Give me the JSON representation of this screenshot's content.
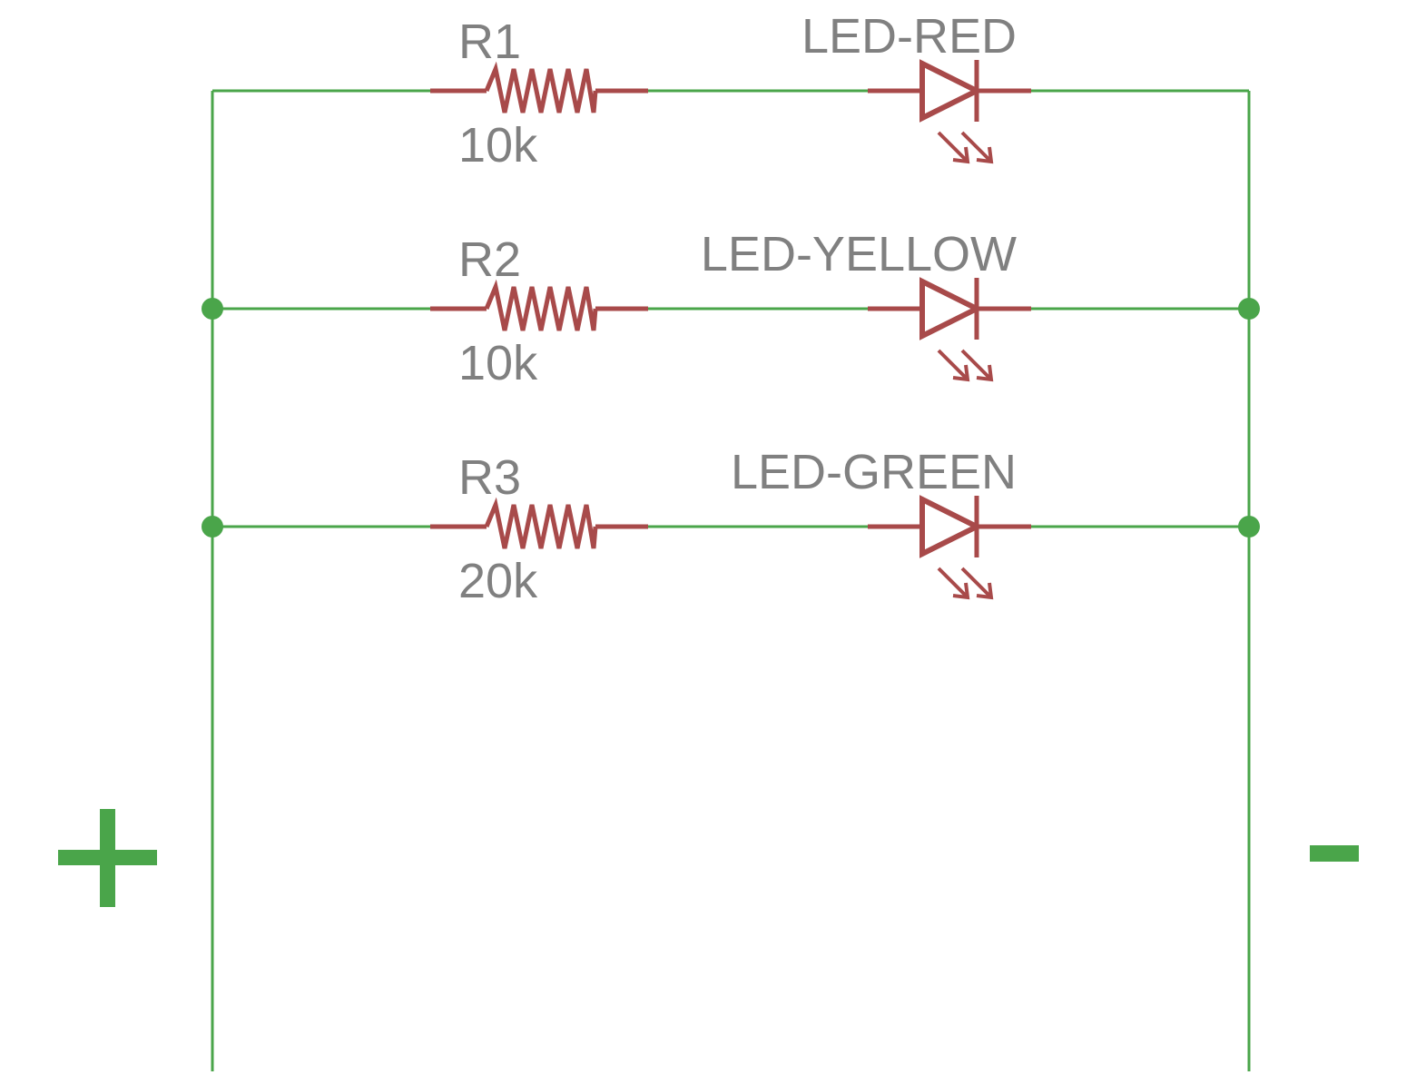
{
  "colors": {
    "wire": "#4aa54a",
    "component": "#a84a4a",
    "label": "#808080",
    "background": "#ffffff"
  },
  "polarity": {
    "positive": "+",
    "negative": "-"
  },
  "branches": [
    {
      "resistor": {
        "name": "R1",
        "value": "10k"
      },
      "led": {
        "name": "LED-RED"
      }
    },
    {
      "resistor": {
        "name": "R2",
        "value": "10k"
      },
      "led": {
        "name": "LED-YELLOW"
      }
    },
    {
      "resistor": {
        "name": "R3",
        "value": "20k"
      },
      "led": {
        "name": "LED-GREEN"
      }
    }
  ]
}
